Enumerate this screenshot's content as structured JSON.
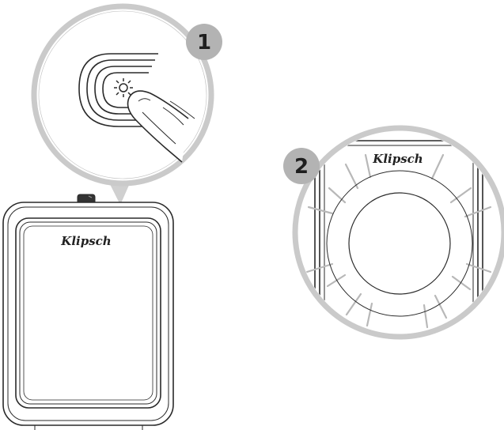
{
  "steps": {
    "step1": {
      "number": "1"
    },
    "step2": {
      "number": "2"
    }
  },
  "brand": {
    "logo_text": "Klipsch"
  },
  "icons": {
    "button": "light-button-icon",
    "finger": "finger-press-icon",
    "glow": "illumination-ray-icon"
  },
  "colors": {
    "outline": "#2a2a2a",
    "badge": "#b3b3b3",
    "magnifier_fill": "#dcdcdc",
    "glow_rays": "#b8b8b8"
  }
}
